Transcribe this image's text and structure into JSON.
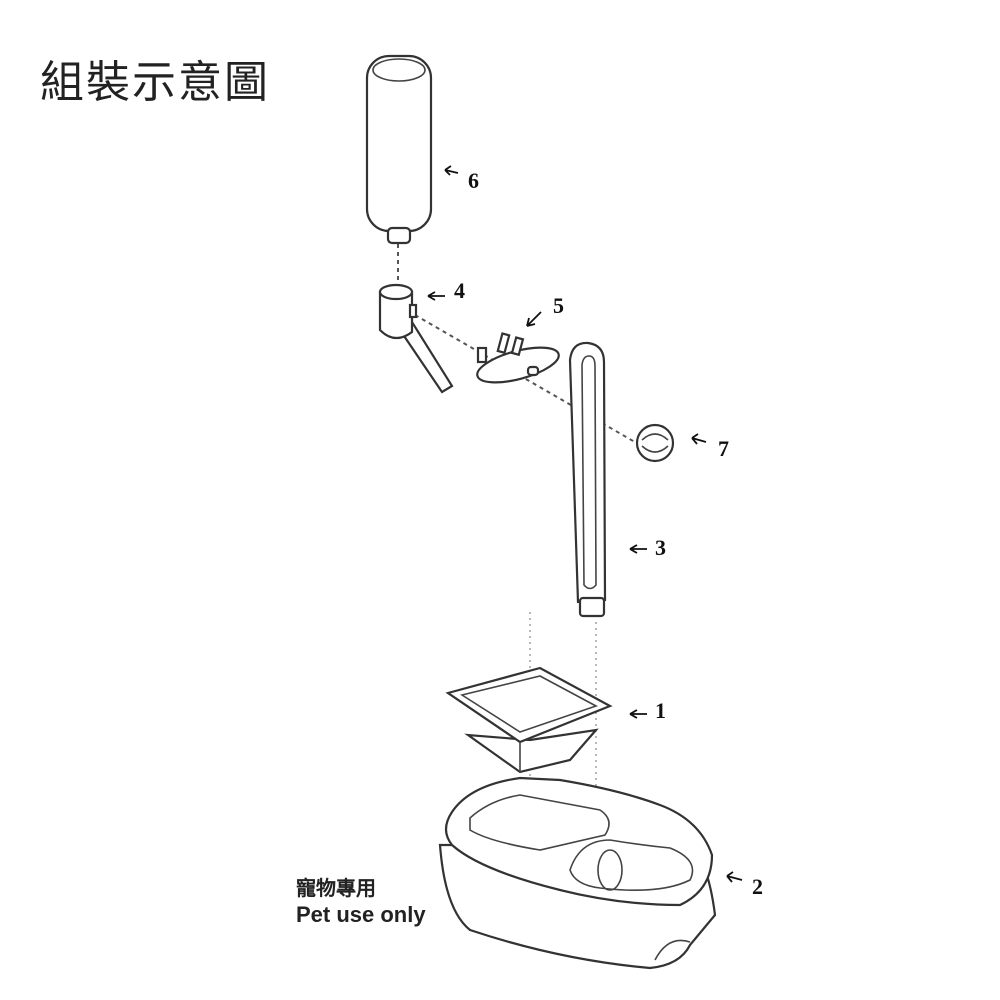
{
  "title": "組裝示意圖",
  "note": {
    "line1": "寵物專用",
    "line2": "Pet use only"
  },
  "parts": [
    {
      "number": "6",
      "name": "water-bottle"
    },
    {
      "number": "4",
      "name": "nozzle-cup"
    },
    {
      "number": "5",
      "name": "valve-disc"
    },
    {
      "number": "7",
      "name": "knob"
    },
    {
      "number": "3",
      "name": "stand-bar"
    },
    {
      "number": "1",
      "name": "inner-tray"
    },
    {
      "number": "2",
      "name": "base-bowl"
    }
  ]
}
